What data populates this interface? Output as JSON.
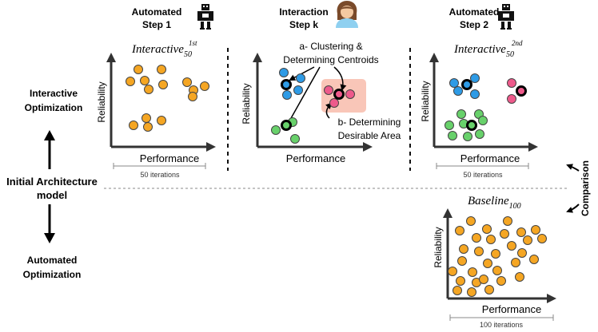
{
  "left": {
    "interactive_opt": [
      "Interactive",
      "Optimization"
    ],
    "initial_model": [
      "Initial Architecture",
      "model"
    ],
    "automated_opt": [
      "Automated",
      "Optimization"
    ]
  },
  "steps": {
    "auto1": [
      "Automated",
      "Step 1"
    ],
    "interaction": [
      "Interaction",
      "Step k"
    ],
    "auto2": [
      "Automated",
      "Step 2"
    ]
  },
  "plots": {
    "p1_title": "Interactive",
    "p1_sub": "50",
    "p1_sup": "1st",
    "p3_title": "Interactive",
    "p3_sub": "50",
    "p3_sup": "2nd",
    "baseline_title": "Baseline",
    "baseline_sub": "100",
    "xlabel": "Performance",
    "ylabel": "Reliability"
  },
  "iterations": {
    "p1": "50 iterations",
    "p3": "50 iterations",
    "baseline": "100 iterations"
  },
  "annotations": {
    "a": [
      "a- Clustering &",
      "Determining Centroids"
    ],
    "b": [
      "b- Determining",
      "Desirable Area"
    ]
  },
  "comparison": "Comparison",
  "colors": {
    "orange": "#f5a623",
    "blue": "#2e9be6",
    "pink": "#ee5a8b",
    "green": "#68d16b",
    "highlight": "#f9c6b8"
  }
}
